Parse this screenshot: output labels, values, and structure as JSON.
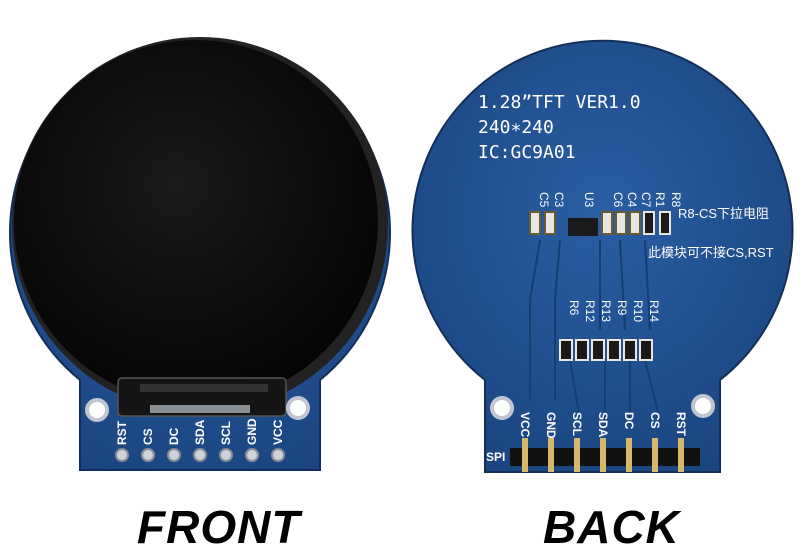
{
  "captions": {
    "front": "FRONT",
    "back": "BACK"
  },
  "front_pins": [
    "RST",
    "CS",
    "DC",
    "SDA",
    "SCL",
    "GND",
    "VCC"
  ],
  "back_pins": [
    "VCC",
    "GND",
    "SCL",
    "SDA",
    "DC",
    "CS",
    "RST"
  ],
  "back_info": {
    "line1": "1.28”TFT VER1.0",
    "line2": "240∗240",
    "line3": "IC:GC9A01"
  },
  "back_components_top": [
    "C5",
    "C3",
    "U3",
    "C6",
    "C4",
    "C7",
    "R1",
    "R8"
  ],
  "back_components_mid": [
    "R6",
    "R12",
    "R13",
    "R9",
    "R10",
    "R14"
  ],
  "back_notes": {
    "note1": "R8-CS下拉电阻",
    "note2": "此模块可不接CS,RST"
  },
  "spi_label": "SPI",
  "colors": {
    "pcb": "#1f4d8a",
    "pcb_dark": "#173e72",
    "screen": "#0b0b0b",
    "gold": "#b89b5a",
    "silk": "#ffffff"
  }
}
